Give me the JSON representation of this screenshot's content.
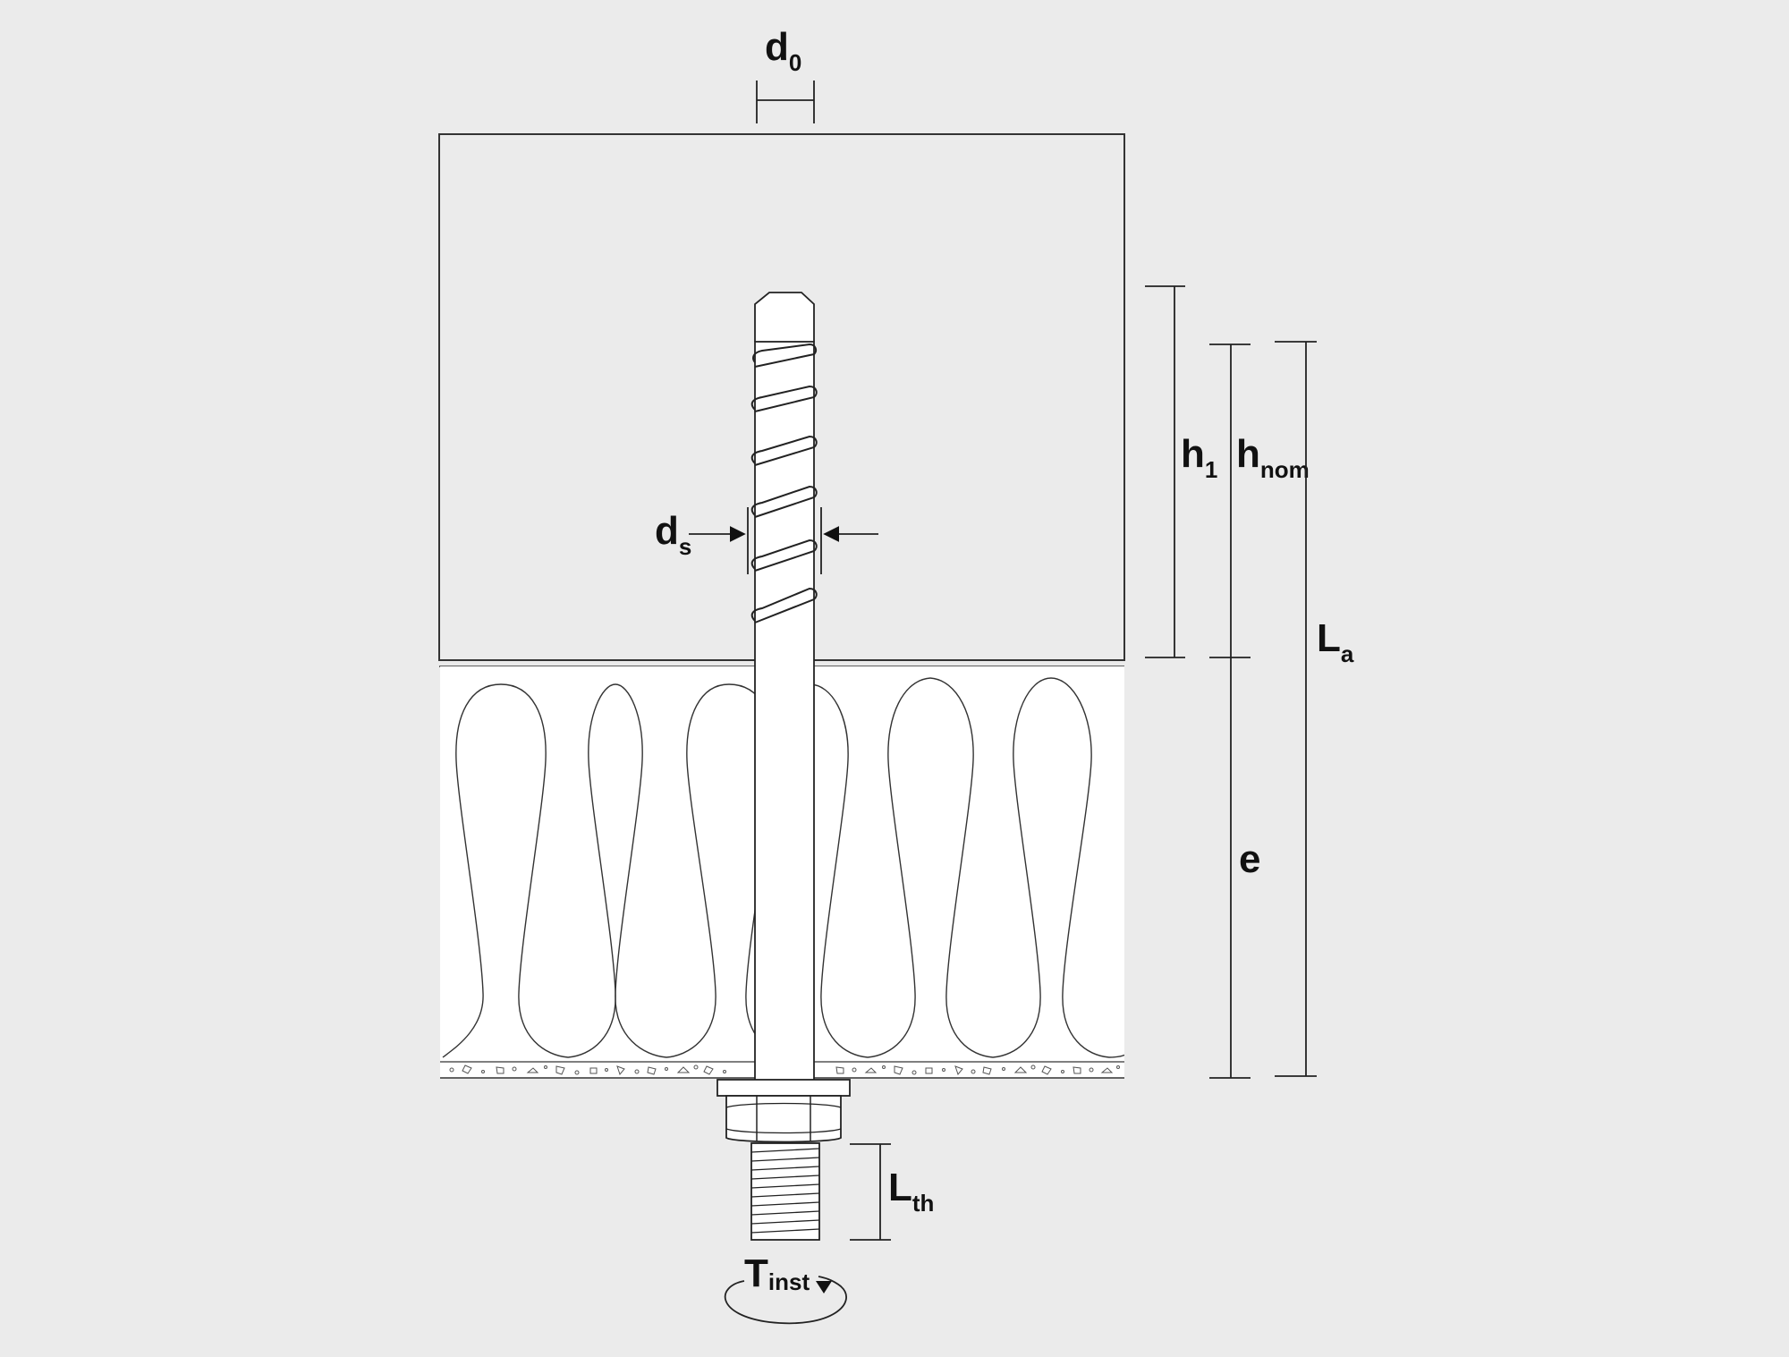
{
  "diagram": {
    "background": "#ebebeb",
    "line_color": "#222222",
    "fill_color": "#ffffff",
    "labels": {
      "d0": {
        "main": "d",
        "sub": "0"
      },
      "ds": {
        "main": "d",
        "sub": "s"
      },
      "h1": {
        "main": "h",
        "sub": "1"
      },
      "hnom": {
        "main": "h",
        "sub": "nom"
      },
      "La": {
        "main": "L",
        "sub": "a"
      },
      "e": {
        "main": "e",
        "sub": ""
      },
      "Lth": {
        "main": "L",
        "sub": "th"
      },
      "Tinst": {
        "main": "T",
        "sub": "inst"
      }
    }
  }
}
